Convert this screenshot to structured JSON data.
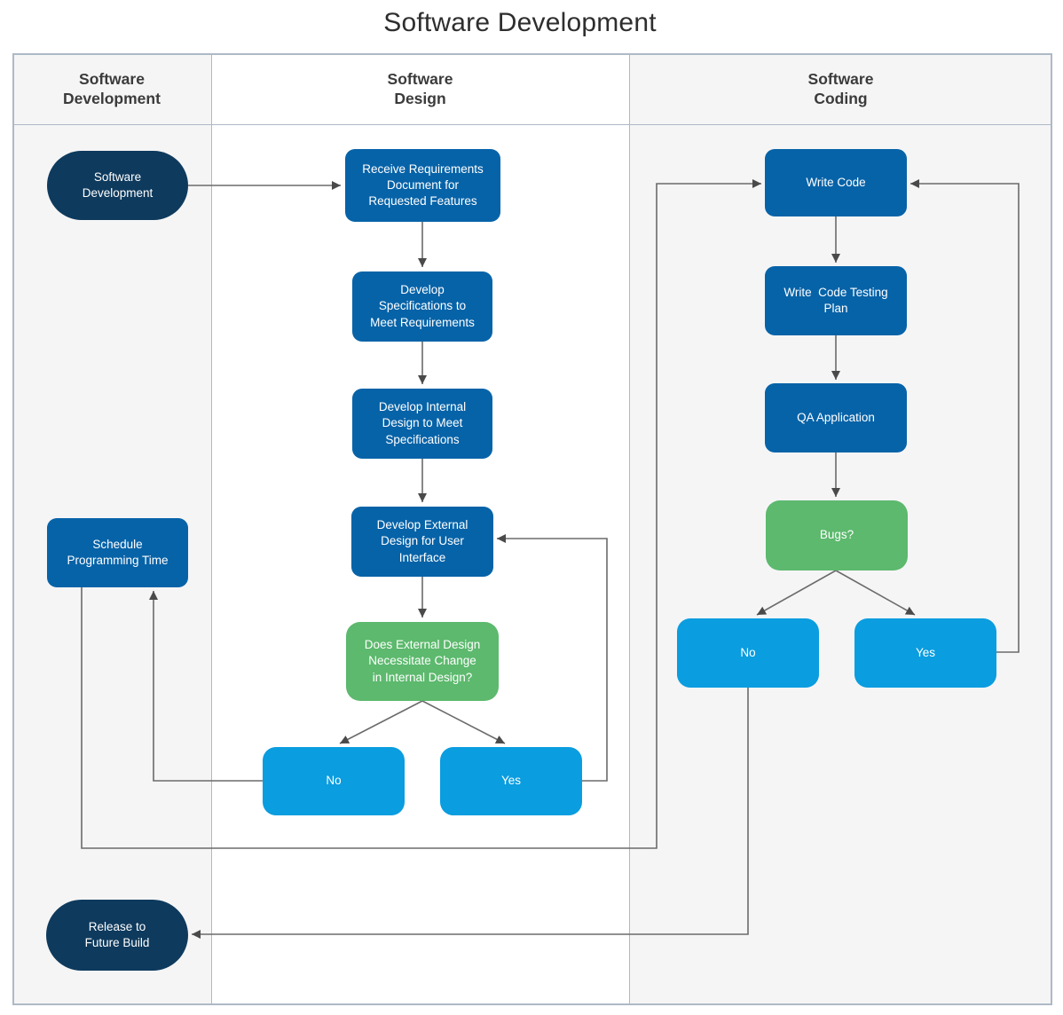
{
  "title": "Software Development",
  "lanes": [
    {
      "label": "Software\nDevelopment"
    },
    {
      "label": "Software\nDesign"
    },
    {
      "label": "Software\nCoding"
    }
  ],
  "nodes": {
    "dev_start": {
      "label": "Software\nDevelopment",
      "shape": "terminator"
    },
    "schedule": {
      "label": "Schedule\nProgramming Time",
      "shape": "process"
    },
    "release": {
      "label": "Release to\nFuture Build",
      "shape": "terminator"
    },
    "receive": {
      "label": "Receive Requirements\nDocument for\nRequested Features",
      "shape": "process"
    },
    "specs": {
      "label": "Develop\nSpecifications to\nMeet Requirements",
      "shape": "process"
    },
    "internal": {
      "label": "Develop Internal\nDesign to Meet\nSpecifications",
      "shape": "process"
    },
    "external": {
      "label": "Develop External\nDesign for User\nInterface",
      "shape": "process"
    },
    "design_q": {
      "label": "Does External Design\nNecessitate Change\nin Internal Design?",
      "shape": "decision"
    },
    "design_no": {
      "label": "No",
      "shape": "answer"
    },
    "design_yes": {
      "label": "Yes",
      "shape": "answer"
    },
    "write_code": {
      "label": "Write Code",
      "shape": "process"
    },
    "test_plan": {
      "label": "Write  Code Testing\nPlan",
      "shape": "process"
    },
    "qa": {
      "label": "QA Application",
      "shape": "process"
    },
    "bugs_q": {
      "label": "Bugs?",
      "shape": "decision"
    },
    "bugs_no": {
      "label": "No",
      "shape": "answer"
    },
    "bugs_yes": {
      "label": "Yes",
      "shape": "answer"
    }
  },
  "colors": {
    "navy": "#0E3A5D",
    "blue": "#0763A8",
    "lightblue": "#0A9DDF",
    "green": "#5CB96D",
    "arrow": "#6b6b6b",
    "arrowhead": "#4a4a4a",
    "border": "#AEB9C6",
    "lane_gray": "#F5F5F6",
    "lane_white": "#FFFFFF",
    "text_dark": "#3B3B3B",
    "node_text": "#FFFFFF"
  }
}
